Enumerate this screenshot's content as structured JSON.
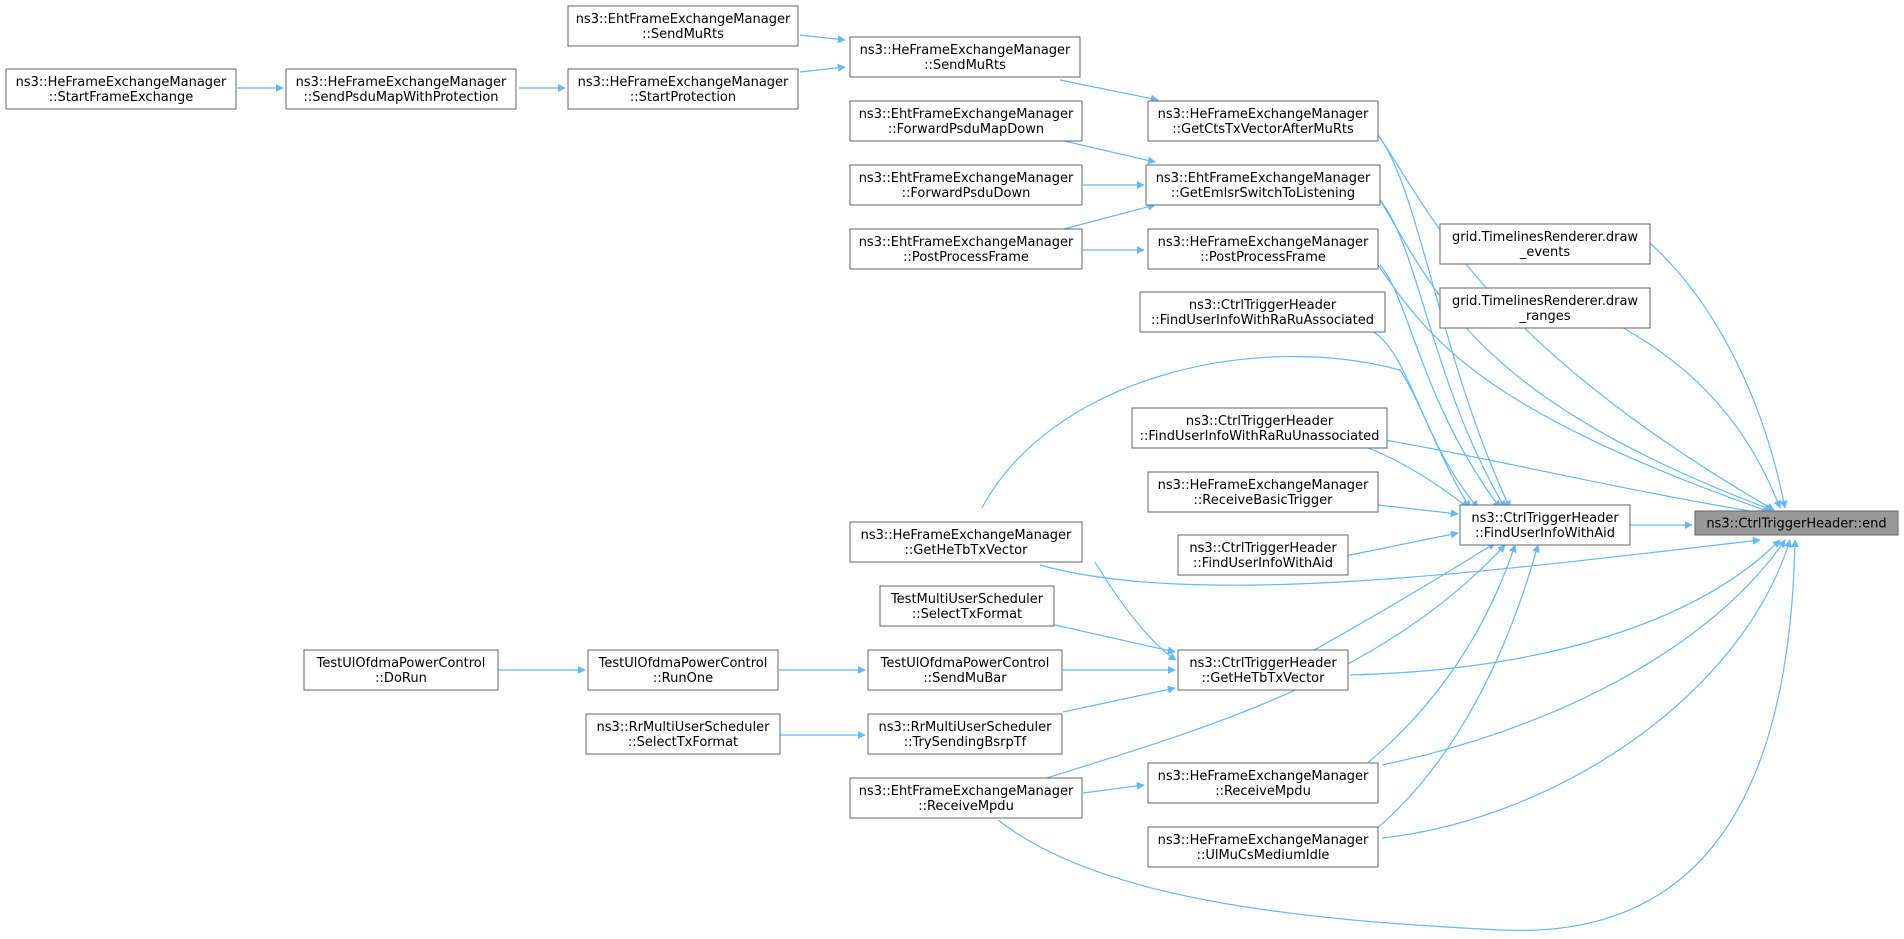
{
  "graph": {
    "title": "Call graph",
    "colors": {
      "edge": "#63b8ff",
      "node_border": "#666666",
      "root_fill": "#999999",
      "node_fill": "#ffffff"
    },
    "nodes": [
      {
        "id": "end",
        "lines": [
          "ns3::CtrlTriggerHeader::end"
        ],
        "root": true
      },
      {
        "id": "findAid",
        "lines": [
          "ns3::CtrlTriggerHeader",
          "::FindUserInfoWithAid"
        ]
      },
      {
        "id": "tl_events",
        "lines": [
          "grid.TimelinesRenderer.draw",
          "_events"
        ]
      },
      {
        "id": "tl_ranges",
        "lines": [
          "grid.TimelinesRenderer.draw",
          "_ranges"
        ]
      },
      {
        "id": "getCts",
        "lines": [
          "ns3::HeFrameExchangeManager",
          "::GetCtsTxVectorAfterMuRts"
        ]
      },
      {
        "id": "getEmlsr",
        "lines": [
          "ns3::EhtFrameExchangeManager",
          "::GetEmlsrSwitchToListening"
        ]
      },
      {
        "id": "hePost",
        "lines": [
          "ns3::HeFrameExchangeManager",
          "::PostProcessFrame"
        ]
      },
      {
        "id": "findRaAssoc",
        "lines": [
          "ns3::CtrlTriggerHeader",
          "::FindUserInfoWithRaRuAssociated"
        ]
      },
      {
        "id": "findRaUnassoc",
        "lines": [
          "ns3::CtrlTriggerHeader",
          "::FindUserInfoWithRaRuUnassociated"
        ]
      },
      {
        "id": "recvBasic",
        "lines": [
          "ns3::HeFrameExchangeManager",
          "::ReceiveBasicTrigger"
        ]
      },
      {
        "id": "findAid2",
        "lines": [
          "ns3::CtrlTriggerHeader",
          "::FindUserInfoWithAid"
        ]
      },
      {
        "id": "ctrlGetHeTb",
        "lines": [
          "ns3::CtrlTriggerHeader",
          "::GetHeTbTxVector"
        ]
      },
      {
        "id": "heRecvMpdu",
        "lines": [
          "ns3::HeFrameExchangeManager",
          "::ReceiveMpdu"
        ]
      },
      {
        "id": "ulMuCs",
        "lines": [
          "ns3::HeFrameExchangeManager",
          "::UlMuCsMediumIdle"
        ]
      },
      {
        "id": "ehtSendMuRts",
        "lines": [
          "ns3::EhtFrameExchangeManager",
          "::SendMuRts"
        ]
      },
      {
        "id": "heSendMuRts",
        "lines": [
          "ns3::HeFrameExchangeManager",
          "::SendMuRts"
        ]
      },
      {
        "id": "heStartProt",
        "lines": [
          "ns3::HeFrameExchangeManager",
          "::StartProtection"
        ]
      },
      {
        "id": "heSendPsdu",
        "lines": [
          "ns3::HeFrameExchangeManager",
          "::SendPsduMapWithProtection"
        ]
      },
      {
        "id": "heStartFE",
        "lines": [
          "ns3::HeFrameExchangeManager",
          "::StartFrameExchange"
        ]
      },
      {
        "id": "ehtFwdMap",
        "lines": [
          "ns3::EhtFrameExchangeManager",
          "::ForwardPsduMapDown"
        ]
      },
      {
        "id": "ehtFwd",
        "lines": [
          "ns3::EhtFrameExchangeManager",
          "::ForwardPsduDown"
        ]
      },
      {
        "id": "ehtPost",
        "lines": [
          "ns3::EhtFrameExchangeManager",
          "::PostProcessFrame"
        ]
      },
      {
        "id": "heGetHeTb",
        "lines": [
          "ns3::HeFrameExchangeManager",
          "::GetHeTbTxVector"
        ]
      },
      {
        "id": "testSelect",
        "lines": [
          "TestMultiUserScheduler",
          "::SelectTxFormat"
        ]
      },
      {
        "id": "testSendMuBar",
        "lines": [
          "TestUlOfdmaPowerControl",
          "::SendMuBar"
        ]
      },
      {
        "id": "testRunOne",
        "lines": [
          "TestUlOfdmaPowerControl",
          "::RunOne"
        ]
      },
      {
        "id": "testDoRun",
        "lines": [
          "TestUlOfdmaPowerControl",
          "::DoRun"
        ]
      },
      {
        "id": "rrTry",
        "lines": [
          "ns3::RrMultiUserScheduler",
          "::TrySendingBsrpTf"
        ]
      },
      {
        "id": "rrSelect",
        "lines": [
          "ns3::RrMultiUserScheduler",
          "::SelectTxFormat"
        ]
      },
      {
        "id": "ehtRecvMpdu",
        "lines": [
          "ns3::EhtFrameExchangeManager",
          "::ReceiveMpdu"
        ]
      }
    ]
  }
}
